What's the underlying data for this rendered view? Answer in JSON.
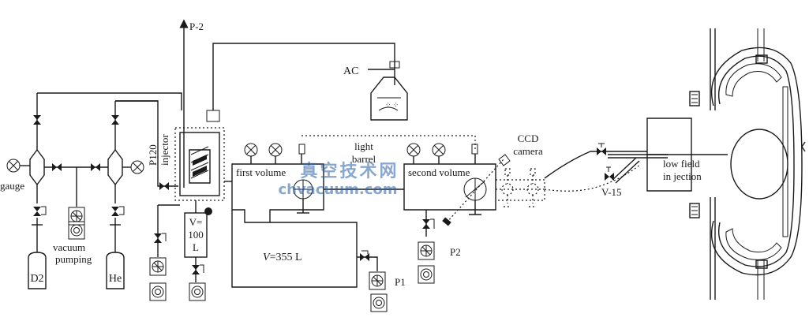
{
  "labels": {
    "p2_top": "P-2",
    "ac": "AC",
    "p120_injector": "P120 injector",
    "light_barrel": "light barrel",
    "ccd_camera": "CCD camera",
    "first_volume": "first volume",
    "second_volume": "second volume",
    "gauge": "gauge",
    "vacuum_pumping": "vacuum pumping",
    "d2": "D2",
    "he": "He",
    "v100": "V= 100 L",
    "v355_v": "V",
    "v355_rest": "=355 L",
    "p1": "P1",
    "p2": "P2",
    "v15": "V-15",
    "low_field_injection": "low field in jection"
  },
  "watermark": {
    "cn": "真空技术网",
    "url": "chvacuum.com"
  }
}
